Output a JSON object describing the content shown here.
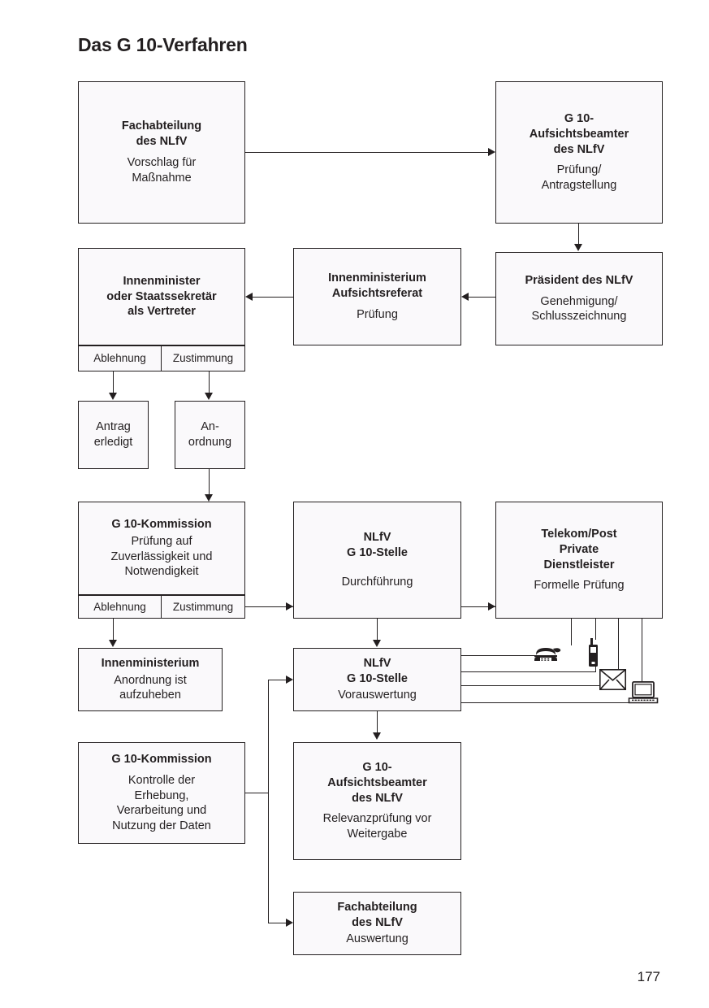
{
  "page": {
    "title": "Das G 10-Verfahren",
    "page_number": "177",
    "colors": {
      "ink": "#231f20",
      "box_fill": "#faf9fb",
      "background": "#ffffff"
    }
  },
  "nodes": {
    "fachabteilung_vorschlag": {
      "heading": "Fachabteilung\ndes NLfV",
      "subtext": "Vorschlag für\nMaßnahme"
    },
    "aufsichtsbeamter_pruefung": {
      "heading": "G 10-\nAufsichtsbeamter\ndes NLfV",
      "subtext": "Prüfung/\nAntragstellung"
    },
    "praesident": {
      "heading": "Präsident des NLfV",
      "subtext": "Genehmigung/\nSchlusszeichnung"
    },
    "innenministerium_aufsichtsreferat": {
      "heading": "Innenministerium\nAufsichtsreferat",
      "subtext": "Prüfung"
    },
    "innenminister": {
      "heading": "Innenminister\noder Staatssekretär\nals Vertreter",
      "subtext": ""
    },
    "antrag_erledigt": {
      "heading": "",
      "subtext": "Antrag\nerledigt"
    },
    "anordnung": {
      "heading": "",
      "subtext": "An-\nordnung"
    },
    "g10_kommission_pruefung": {
      "heading": "G 10-Kommission",
      "subtext": "Prüfung auf\nZuverlässigkeit und\nNotwendigkeit"
    },
    "nlfv_g10_stelle_durchfuehrung": {
      "heading": "NLfV\nG 10-Stelle",
      "subtext": "Durchführung"
    },
    "telekom_post": {
      "heading": "Telekom/Post\nPrivate\nDienstleister",
      "subtext": "Formelle Prüfung"
    },
    "innenministerium_aufzuheben": {
      "heading": "Innenministerium",
      "subtext": "Anordnung ist\naufzuheben"
    },
    "nlfv_g10_stelle_vorauswertung": {
      "heading": "NLfV\nG 10-Stelle",
      "subtext": "Vorauswertung"
    },
    "g10_kommission_kontrolle": {
      "heading": "G 10-Kommission",
      "subtext": "Kontrolle der\nErhebung,\nVerarbeitung und\nNutzung der Daten"
    },
    "aufsichtsbeamter_relevanz": {
      "heading": "G 10-\nAufsichtsbeamter\ndes NLfV",
      "subtext": "Relevanzprüfung vor\nWeitergabe"
    },
    "fachabteilung_auswertung": {
      "heading": "Fachabteilung\ndes NLfV",
      "subtext": "Auswertung"
    }
  },
  "decisions": {
    "innenminister_ablehnung": "Ablehnung",
    "innenminister_zustimmung": "Zustimmung",
    "kommission_ablehnung": "Ablehnung",
    "kommission_zustimmung": "Zustimmung"
  },
  "icons": {
    "telephone": "telephone-icon",
    "mobile": "mobile-phone-icon",
    "envelope": "envelope-icon",
    "laptop": "laptop-icon"
  }
}
